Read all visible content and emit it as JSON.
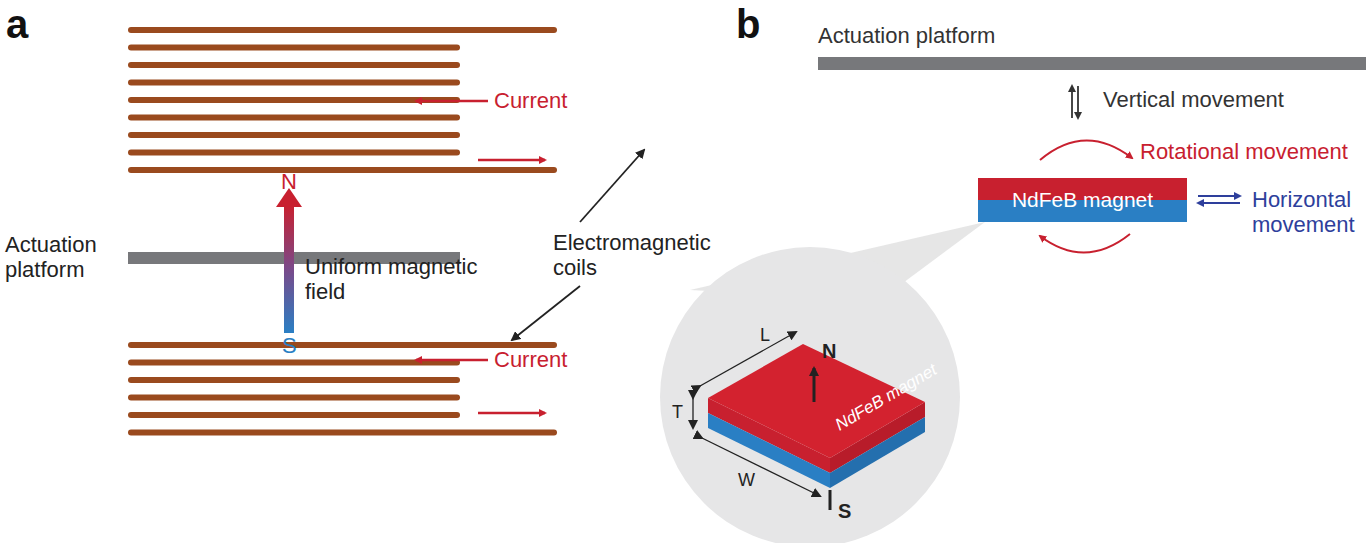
{
  "diagram": {
    "nodes": [
      {
        "text": [
          "NdFeB magnet"
        ]
      }
    ],
    "labels": [
      "a",
      "Current",
      "Current",
      "N",
      "Actuation platform",
      "Uniform magnetic field",
      "S",
      "Electromagnetic coils",
      "b",
      "Actuation platform",
      "Vertical movement",
      "Rotational movement",
      "Horizontal movement",
      "L",
      "N",
      "T",
      "NdFeB magnet",
      "W",
      "S"
    ]
  }
}
